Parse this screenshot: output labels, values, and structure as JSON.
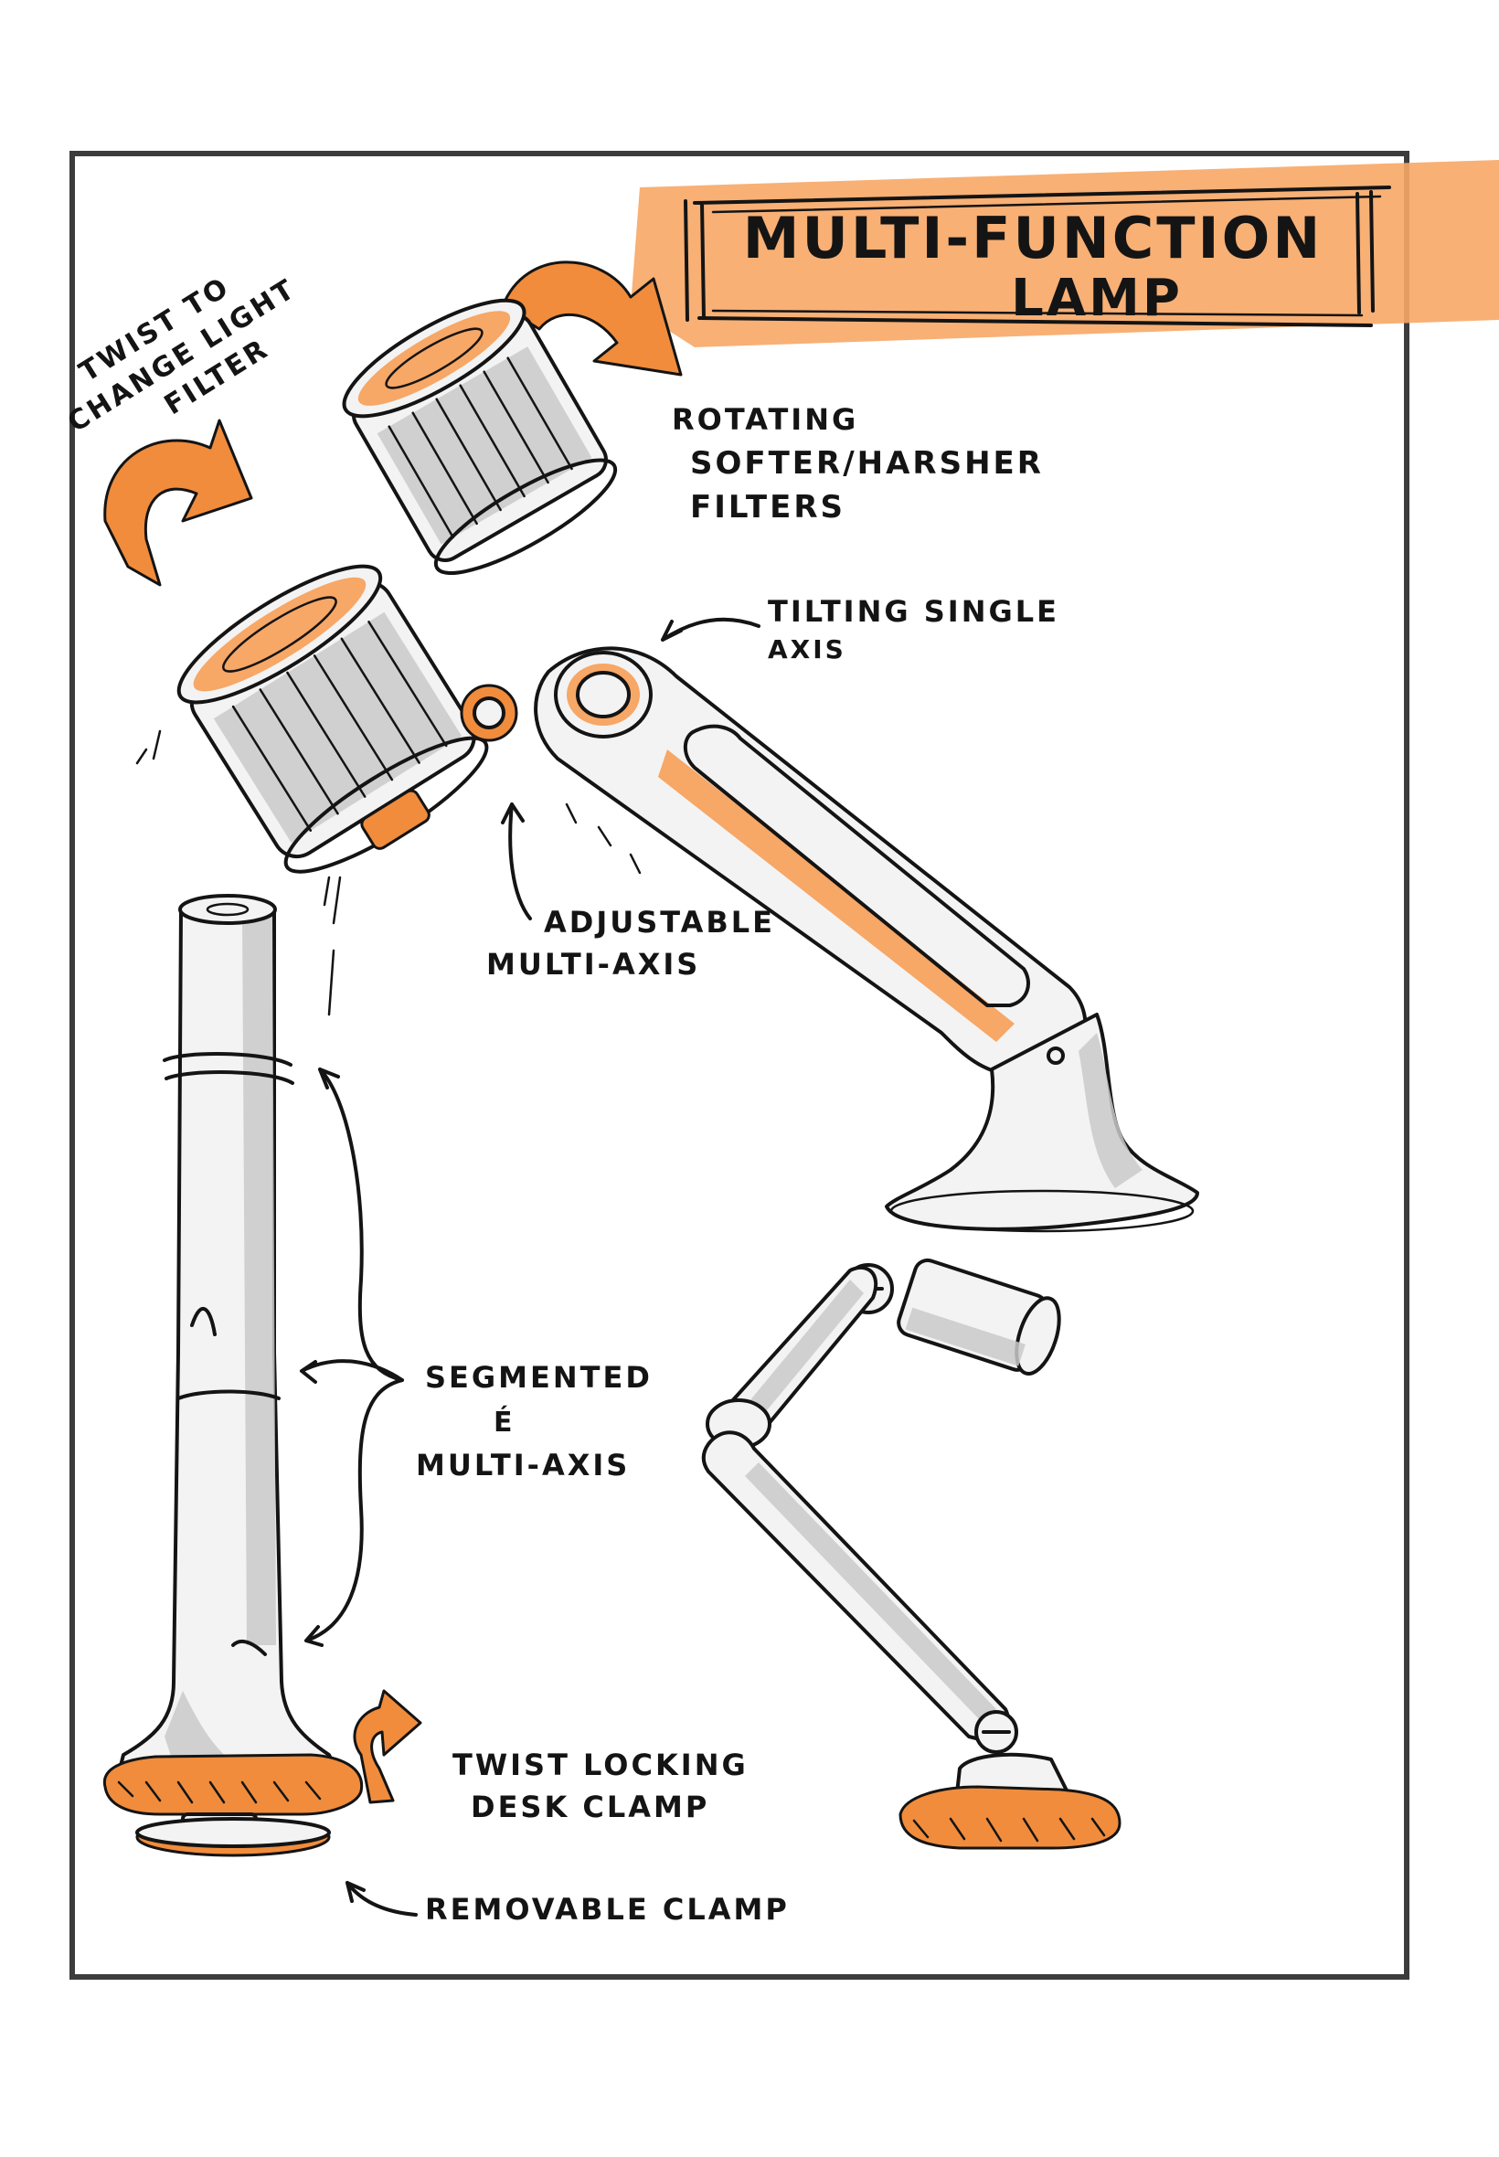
{
  "title": {
    "line1": "MULTI-FUNCTION",
    "line2": "LAMP"
  },
  "annotations": {
    "twist_filter": [
      "TWIST TO",
      "CHANGE LIGHT",
      "FILTER"
    ],
    "rotating_filters": [
      "ROTATING",
      "SOFTER/HARSHER",
      "FILTERS"
    ],
    "tilting": [
      "TILTING SINGLE",
      "AXIS"
    ],
    "adjustable": [
      "ADJUSTABLE",
      "MULTI-AXIS"
    ],
    "segmented": [
      "SEGMENTED",
      "É",
      "MULTI-AXIS"
    ],
    "twist_clamp": [
      "TWIST LOCKING",
      "DESK CLAMP"
    ],
    "removable_clamp": "REMOVABLE CLAMP"
  },
  "colors": {
    "accent": "#f08c3c",
    "ink": "#141414",
    "frame": "#3c3c3c",
    "shade": "#c9c9c9",
    "paper": "#ffffff"
  }
}
